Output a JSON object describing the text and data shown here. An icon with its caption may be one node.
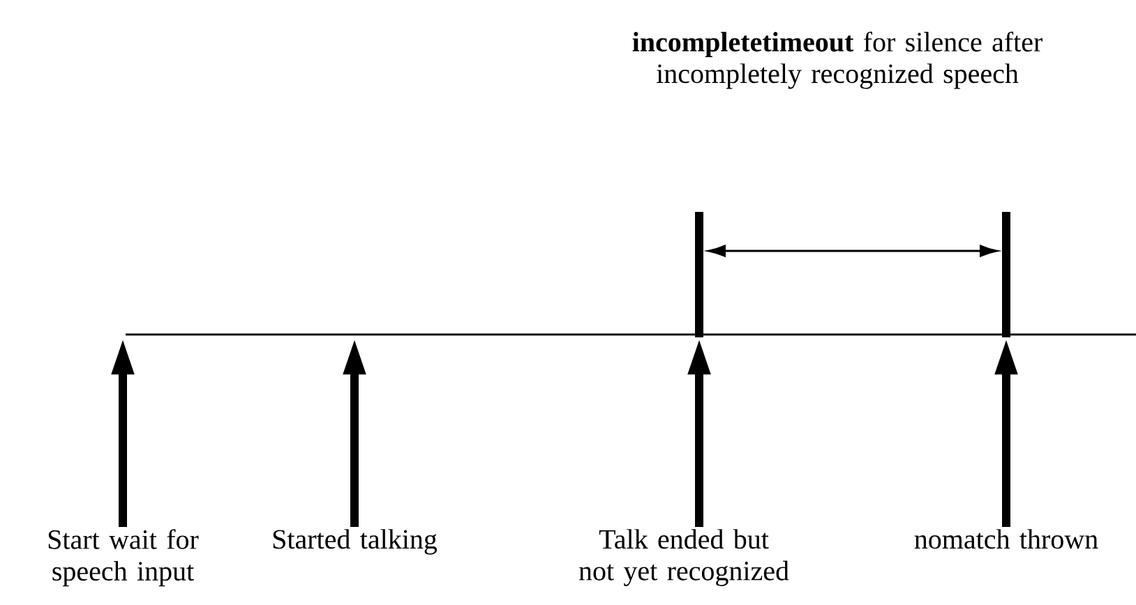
{
  "diagram": {
    "nodes": [
      {
        "text": [
          "Start wait for speech input"
        ]
      },
      {
        "text": [
          "Started talking"
        ]
      },
      {
        "text": [
          "Talk ended but not yet recognized"
        ]
      },
      {
        "text": [
          "nomatch thrown"
        ]
      }
    ],
    "edges": [
      {
        "from": 0,
        "to": null,
        "arrow": "to"
      },
      {
        "from": 1,
        "to": null,
        "arrow": "to"
      },
      {
        "from": 2,
        "to": null,
        "arrow": "to"
      },
      {
        "from": 3,
        "to": null,
        "arrow": "to"
      }
    ],
    "labels": [
      "**incompletetimeout** for silence after incompletely recognized speech"
    ]
  }
}
